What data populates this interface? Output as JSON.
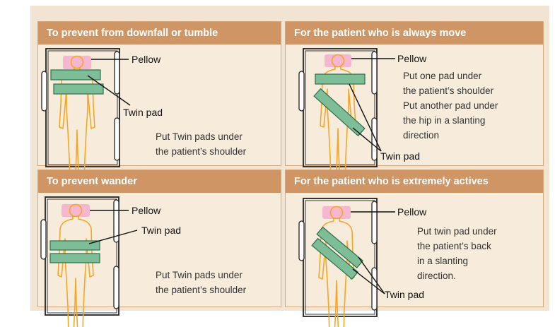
{
  "panels": [
    {
      "title": "To prevent from downfall or tumble",
      "pillow_label": "Pellow",
      "pad_label": "Twin pad",
      "description": [
        "Put Twin pads under",
        "the patient’s shoulder"
      ]
    },
    {
      "title": "For the patient who is always move",
      "pillow_label": "Pellow",
      "pad_label": "Twin pad",
      "description": [
        "Put one pad under",
        "the patient’s shoulder",
        "Put another pad under",
        "the hip in a slanting",
        "direction"
      ]
    },
    {
      "title": "To prevent wander",
      "pillow_label": "Pellow",
      "pad_label": "Twin pad",
      "description": [
        "Put Twin pads under",
        "the patient’s shoulder"
      ]
    },
    {
      "title": "For the patient who is extremely actives",
      "pillow_label": "Pellow",
      "pad_label": "Twin pad",
      "description": [
        "Put twin pad under",
        "the patient’s back",
        "in a slanting",
        "direction."
      ]
    }
  ],
  "colors": {
    "frame_bg": "#f2e4d2",
    "panel_bg": "#f7ebdc",
    "header_bg": "#d09565",
    "pillow": "#f4b7cf",
    "pad": "#7dbd98",
    "body_outline": "#f5a623",
    "bed_outline": "#222222"
  }
}
